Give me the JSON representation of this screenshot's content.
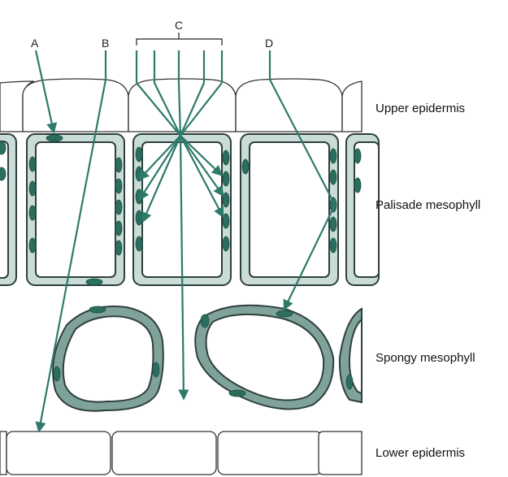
{
  "rays": {
    "a": "A",
    "b": "B",
    "c": "C",
    "d": "D"
  },
  "layers": {
    "upper_epidermis": "Upper epidermis",
    "palisade_mesophyll": "Palisade mesophyll",
    "spongy_mesophyll": "Spongy mesophyll",
    "lower_epidermis": "Lower epidermis"
  },
  "colors": {
    "ray": "#2e7a6a",
    "chloroplast": "#2b6e5e",
    "palisade_wall": "#c9dcd7",
    "spongy_wall": "#7fa39b"
  }
}
